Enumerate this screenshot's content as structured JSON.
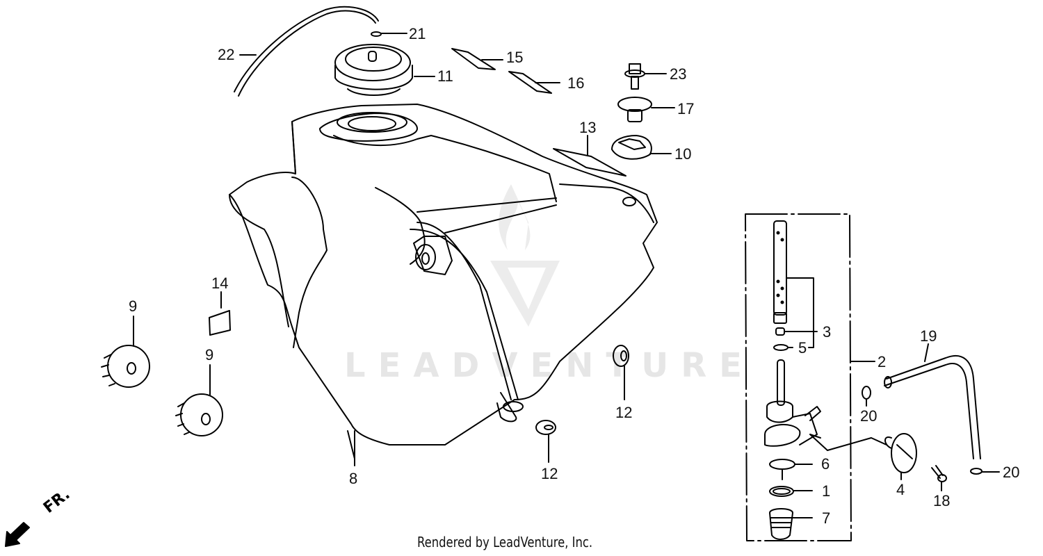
{
  "diagram": {
    "type": "exploded parts diagram",
    "subject": "fuel tank assembly",
    "footer": "Rendered by LeadVenture, Inc.",
    "watermark": "LEADVENTURE",
    "front_indicator": "FR.",
    "frame_color": "#000000",
    "watermark_color": "#e6e6e6"
  },
  "callouts": [
    {
      "id": "c22",
      "label": "22",
      "part": "breather tube"
    },
    {
      "id": "c21",
      "label": "21",
      "part": "clip"
    },
    {
      "id": "c11",
      "label": "11",
      "part": "fuel filler cap"
    },
    {
      "id": "c15",
      "label": "15",
      "part": "label"
    },
    {
      "id": "c16",
      "label": "16",
      "part": "label"
    },
    {
      "id": "c23",
      "label": "23",
      "part": "flange bolt"
    },
    {
      "id": "c17",
      "label": "17",
      "part": "collar"
    },
    {
      "id": "c13",
      "label": "13",
      "part": "label"
    },
    {
      "id": "c10",
      "label": "10",
      "part": "rubber mount"
    },
    {
      "id": "c14",
      "label": "14",
      "part": "label"
    },
    {
      "id": "c9a",
      "label": "9",
      "part": "cushion"
    },
    {
      "id": "c9b",
      "label": "9",
      "part": "cushion"
    },
    {
      "id": "c8",
      "label": "8",
      "part": "fuel tank"
    },
    {
      "id": "c12a",
      "label": "12",
      "part": "grommet"
    },
    {
      "id": "c12b",
      "label": "12",
      "part": "grommet"
    },
    {
      "id": "c3",
      "label": "3",
      "part": "cap"
    },
    {
      "id": "c5",
      "label": "5",
      "part": "o-ring"
    },
    {
      "id": "c2",
      "label": "2",
      "part": "fuel valve assembly"
    },
    {
      "id": "c19",
      "label": "19",
      "part": "fuel tube"
    },
    {
      "id": "c20a",
      "label": "20",
      "part": "clip"
    },
    {
      "id": "c20b",
      "label": "20",
      "part": "clip"
    },
    {
      "id": "c6",
      "label": "6",
      "part": "gasket"
    },
    {
      "id": "c4",
      "label": "4",
      "part": "knob"
    },
    {
      "id": "c1",
      "label": "1",
      "part": "packing"
    },
    {
      "id": "c7",
      "label": "7",
      "part": "cup"
    },
    {
      "id": "c18",
      "label": "18",
      "part": "screw"
    }
  ]
}
